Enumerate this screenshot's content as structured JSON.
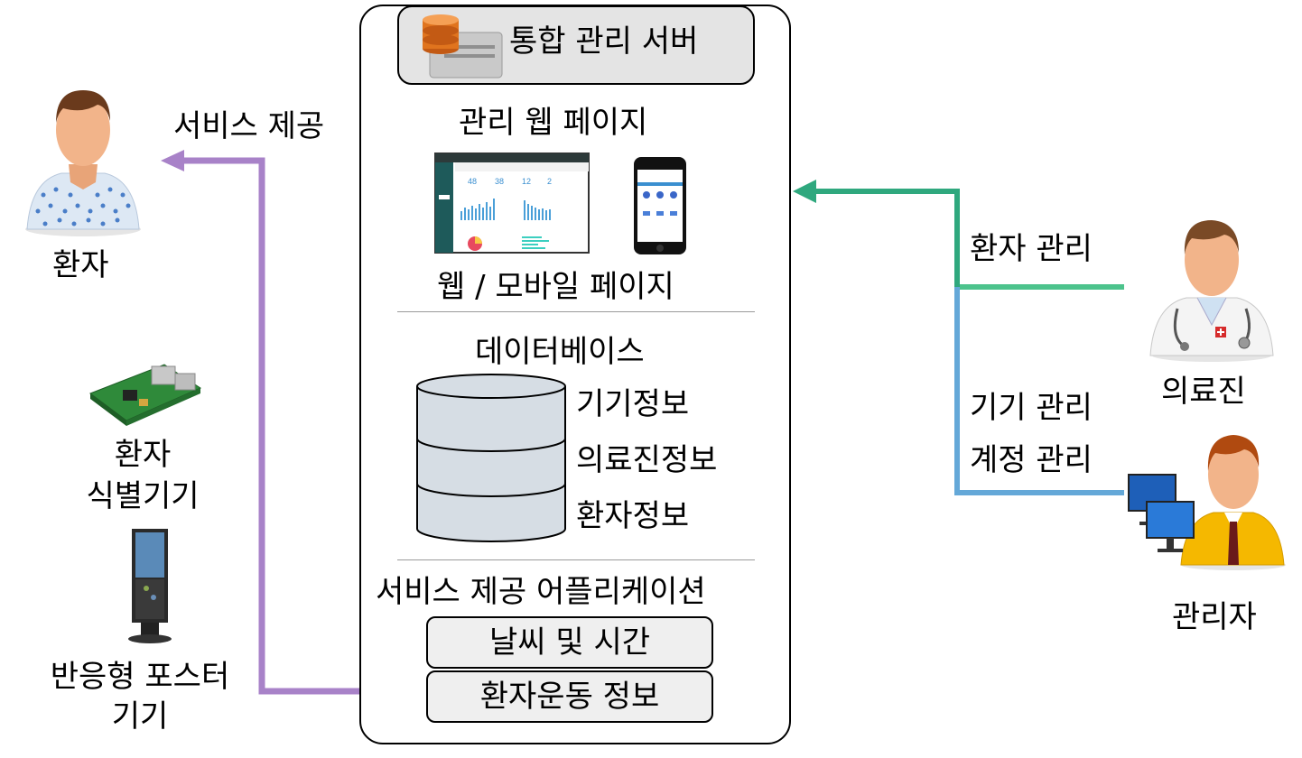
{
  "server": {
    "title": "통합 관리 서버",
    "web_page_heading": "관리 웹 페이지",
    "web_mobile_caption": "웹 / 모바일 페이지",
    "database_heading": "데이터베이스",
    "db_items": [
      "기기정보",
      "의료진정보",
      "환자정보"
    ],
    "app_heading": "서비스 제공 어플리케이션",
    "app_items": [
      "날씨 및 시간",
      "환자운동 정보"
    ]
  },
  "dashboard_stats": [
    "48",
    "38",
    "12",
    "2"
  ],
  "left": {
    "service_label": "서비스 제공",
    "patient_label": "환자",
    "id_device_label_1": "환자",
    "id_device_label_2": "식별기기",
    "poster_label_1": "반응형 포스터",
    "poster_label_2": "기기"
  },
  "right": {
    "patient_mgmt_label": "환자 관리",
    "medical_staff_label": "의료진",
    "device_mgmt_label": "기기 관리",
    "account_mgmt_label": "계정 관리",
    "admin_label": "관리자"
  },
  "colors": {
    "service_arrow": "#a882c8",
    "patient_mgmt_arrow": "#2fa87e",
    "device_mgmt_line": "#64a8d8",
    "db_fill": "#d6dde4"
  }
}
